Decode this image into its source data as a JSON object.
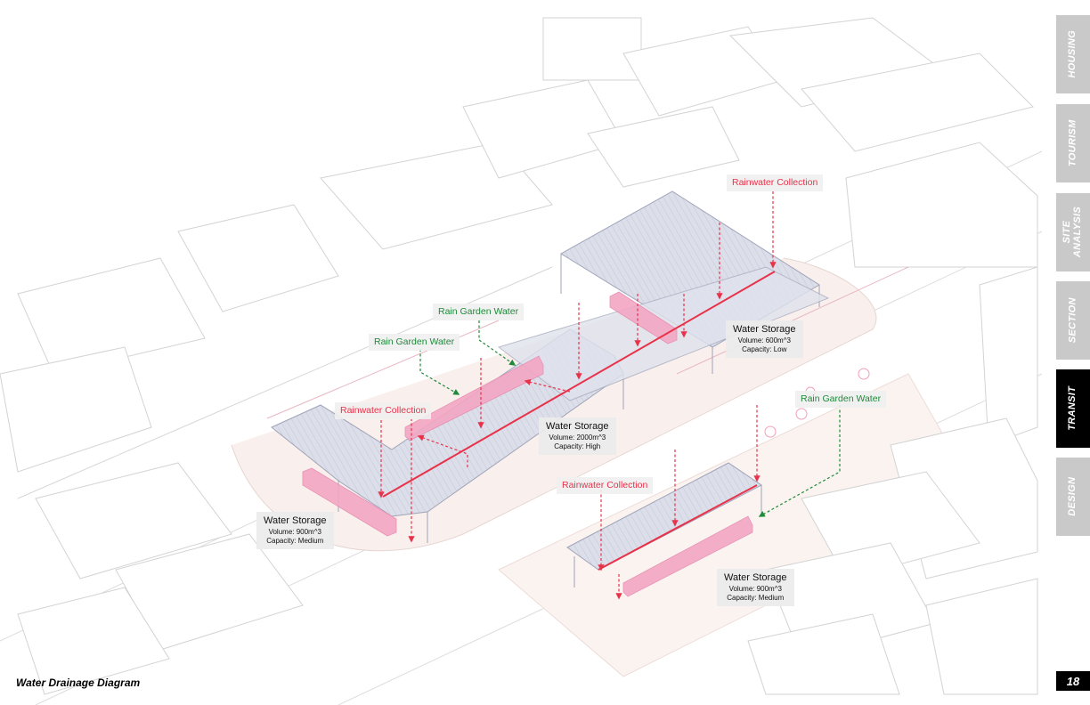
{
  "page_title": "Water Drainage Diagram",
  "page_number": "18",
  "tabs": [
    {
      "label": "HOUSING",
      "active": false
    },
    {
      "label": "TOURISM",
      "active": false
    },
    {
      "label": "SITE\nANALYSIS",
      "active": false
    },
    {
      "label": "SECTION",
      "active": false
    },
    {
      "label": "TRANSIT",
      "active": true
    },
    {
      "label": "DESIGN",
      "active": false
    }
  ],
  "annotations": {
    "rainwater_top": "Rainwater Collection",
    "rainwater_left": "Rainwater Collection",
    "rainwater_bottom": "Rainwater Collection",
    "rain_garden_1": "Rain Garden Water",
    "rain_garden_2": "Rain Garden Water",
    "rain_garden_3": "Rain Garden Water"
  },
  "storage": {
    "top": {
      "title": "Water Storage",
      "volume": "Volume: 600m^3",
      "capacity": "Capacity: Low"
    },
    "middle": {
      "title": "Water Storage",
      "volume": "Volume: 2000m^3",
      "capacity": "Capacity: High"
    },
    "left": {
      "title": "Water Storage",
      "volume": "Volume: 900m^3",
      "capacity": "Capacity: Medium"
    },
    "bottom": {
      "title": "Water Storage",
      "volume": "Volume: 900m^3",
      "capacity": "Capacity: Medium"
    }
  },
  "colors": {
    "rainwater": "#e8324a",
    "rain_garden": "#1f8a3b",
    "storage_tank": "#f3a6c3",
    "roof": "#d9dce8",
    "context_lines": "#cfcfcf",
    "tab_inactive": "#c9c9c9",
    "tab_active": "#000000"
  }
}
